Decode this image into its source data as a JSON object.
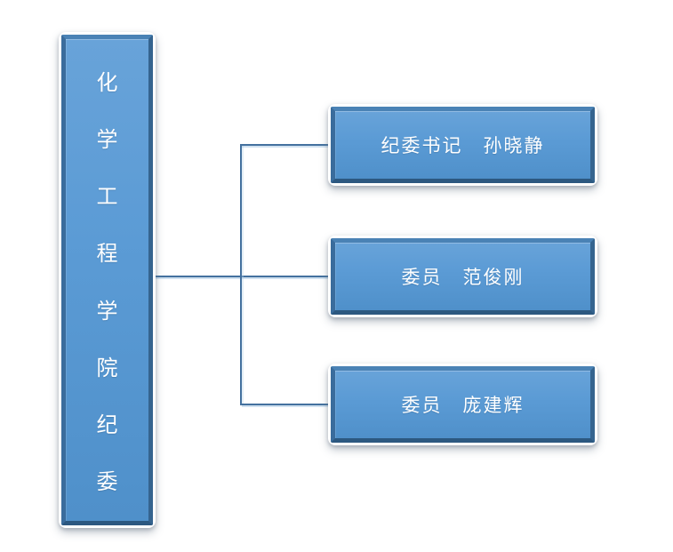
{
  "diagram": {
    "type": "org-chart",
    "background": "#ffffff",
    "colors": {
      "node_fill": "#5b9bd5",
      "node_frame": "#35648f",
      "connector": "#44719f",
      "text": "#ffffff"
    },
    "root": {
      "label": "化学工程学院纪委"
    },
    "children": [
      {
        "label": "纪委书记　孙晓静"
      },
      {
        "label": "委员　范俊刚"
      },
      {
        "label": "委员　庞建辉"
      }
    ]
  }
}
